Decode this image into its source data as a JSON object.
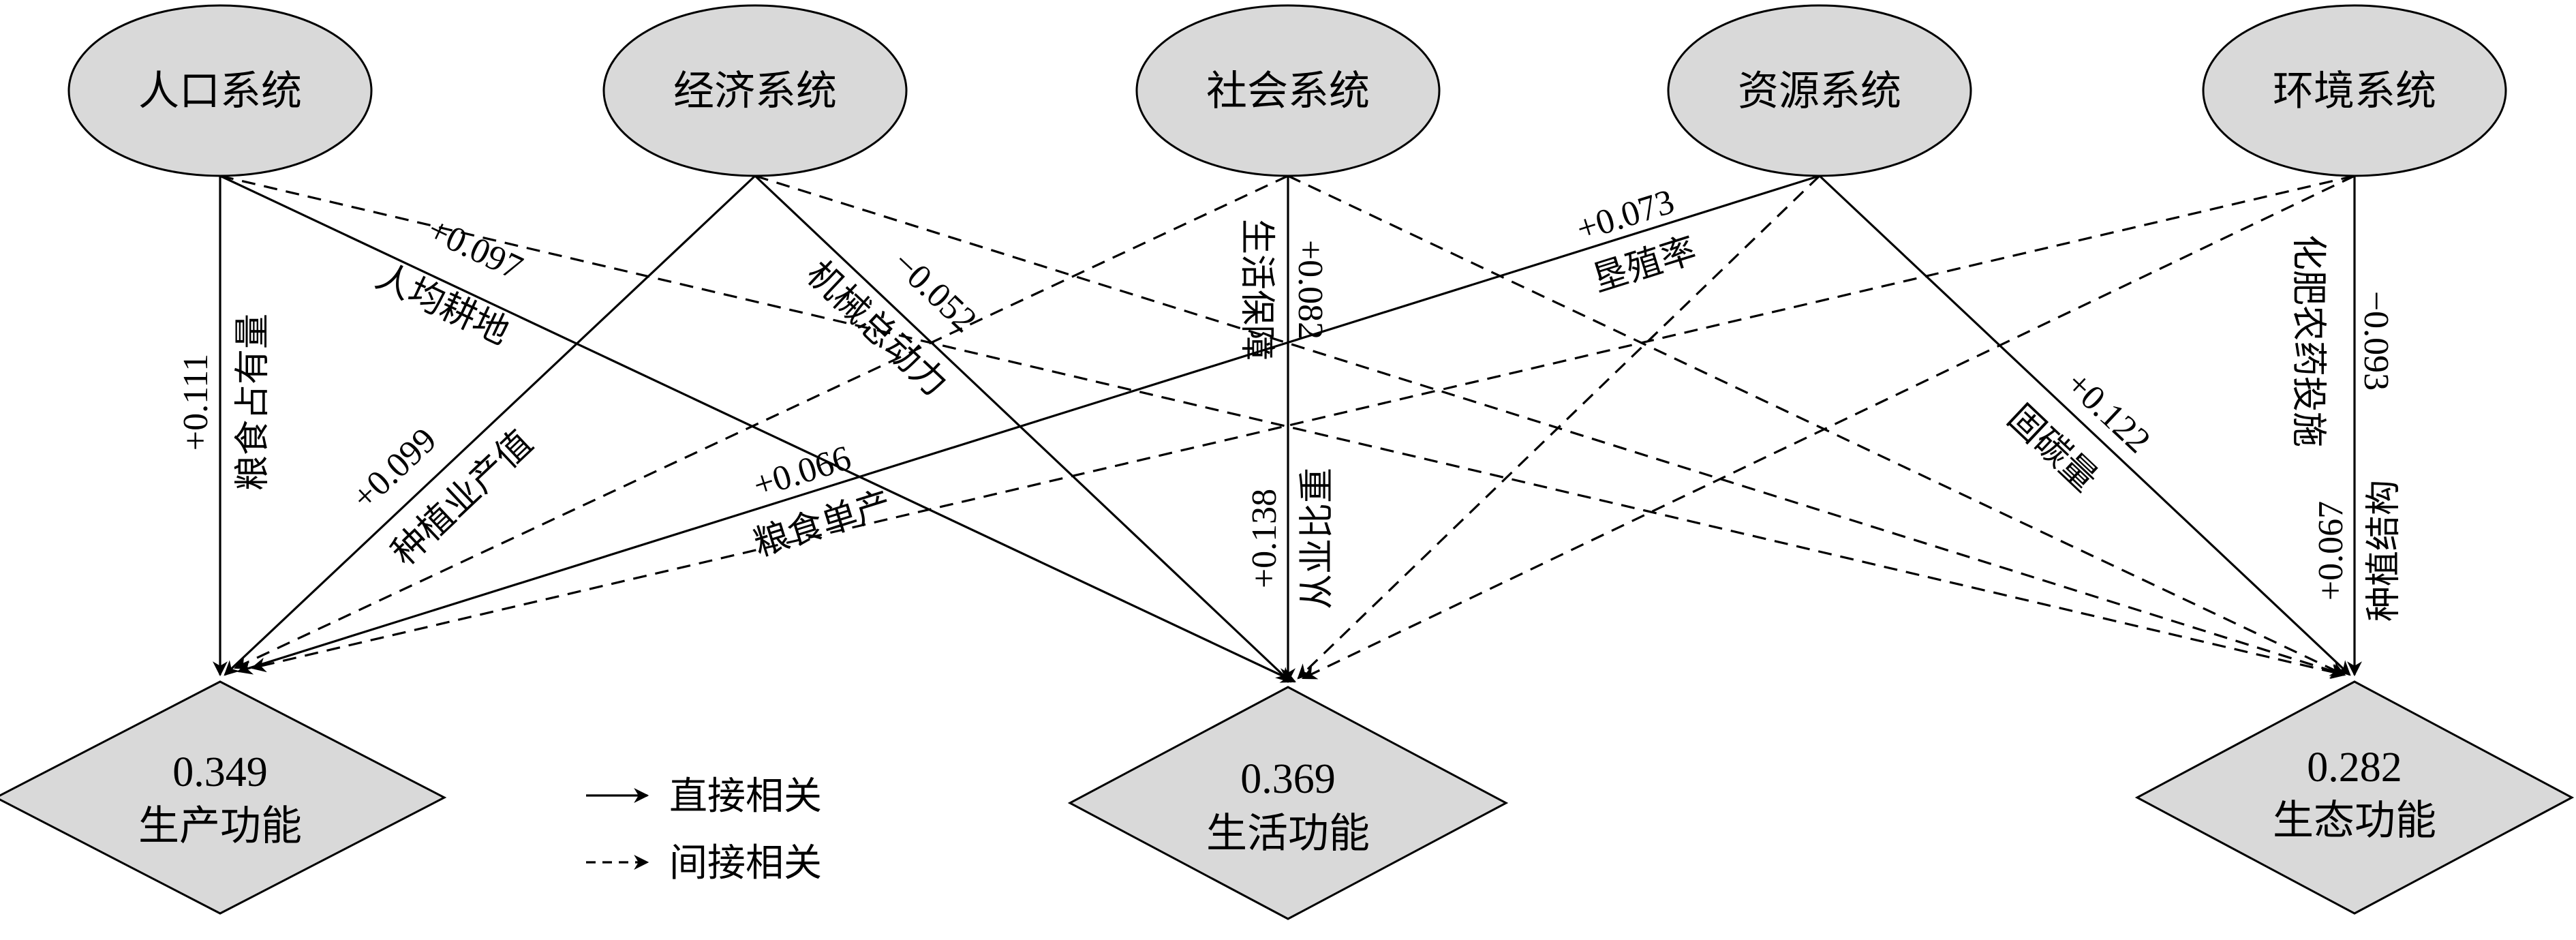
{
  "systems": [
    {
      "id": "population",
      "label": "人口系统"
    },
    {
      "id": "economy",
      "label": "经济系统"
    },
    {
      "id": "society",
      "label": "社会系统"
    },
    {
      "id": "resources",
      "label": "资源系统"
    },
    {
      "id": "environment",
      "label": "环境系统"
    }
  ],
  "functions": [
    {
      "id": "production",
      "value": "0.349",
      "label": "生产功能"
    },
    {
      "id": "living",
      "value": "0.369",
      "label": "生活功能"
    },
    {
      "id": "ecology",
      "value": "0.282",
      "label": "生态功能"
    }
  ],
  "direct_edges": [
    {
      "from": "population",
      "to": "production",
      "coef": "+0.111",
      "name": "粮食占有量"
    },
    {
      "from": "population",
      "to": "living",
      "coef": "+0.097",
      "name": "人均耕地"
    },
    {
      "from": "economy",
      "to": "production",
      "coef": "+0.099",
      "name": "种植业产值"
    },
    {
      "from": "economy",
      "to": "living",
      "coef": "−0.052",
      "name": "机械总动力"
    },
    {
      "from": "society",
      "to": "living",
      "coef": "+0.082",
      "name": "生活保障"
    },
    {
      "from": "society",
      "to": "living",
      "coef": "+0.138",
      "name": "从业比重"
    },
    {
      "from": "resources",
      "to": "production",
      "coef": "+0.073",
      "name": "垦殖率"
    },
    {
      "from": "resources",
      "to": "ecology",
      "coef": "+0.122",
      "name": "固碳量"
    },
    {
      "from": "environment",
      "to": "ecology",
      "coef": "−0.093",
      "name": "化肥农药投施"
    },
    {
      "from": "environment",
      "to": "ecology",
      "coef": "+0.067",
      "name": "种植结构"
    }
  ],
  "extra_labels": [
    {
      "coef": "+0.066",
      "name": "粮食单产"
    }
  ],
  "indirect_edges": [
    {
      "from": "population",
      "to": "ecology"
    },
    {
      "from": "economy",
      "to": "ecology"
    },
    {
      "from": "society",
      "to": "production"
    },
    {
      "from": "society",
      "to": "ecology"
    },
    {
      "from": "resources",
      "to": "living"
    },
    {
      "from": "environment",
      "to": "production"
    },
    {
      "from": "environment",
      "to": "living"
    }
  ],
  "legend": {
    "direct_label": "直接相关",
    "indirect_label": "间接相关"
  }
}
